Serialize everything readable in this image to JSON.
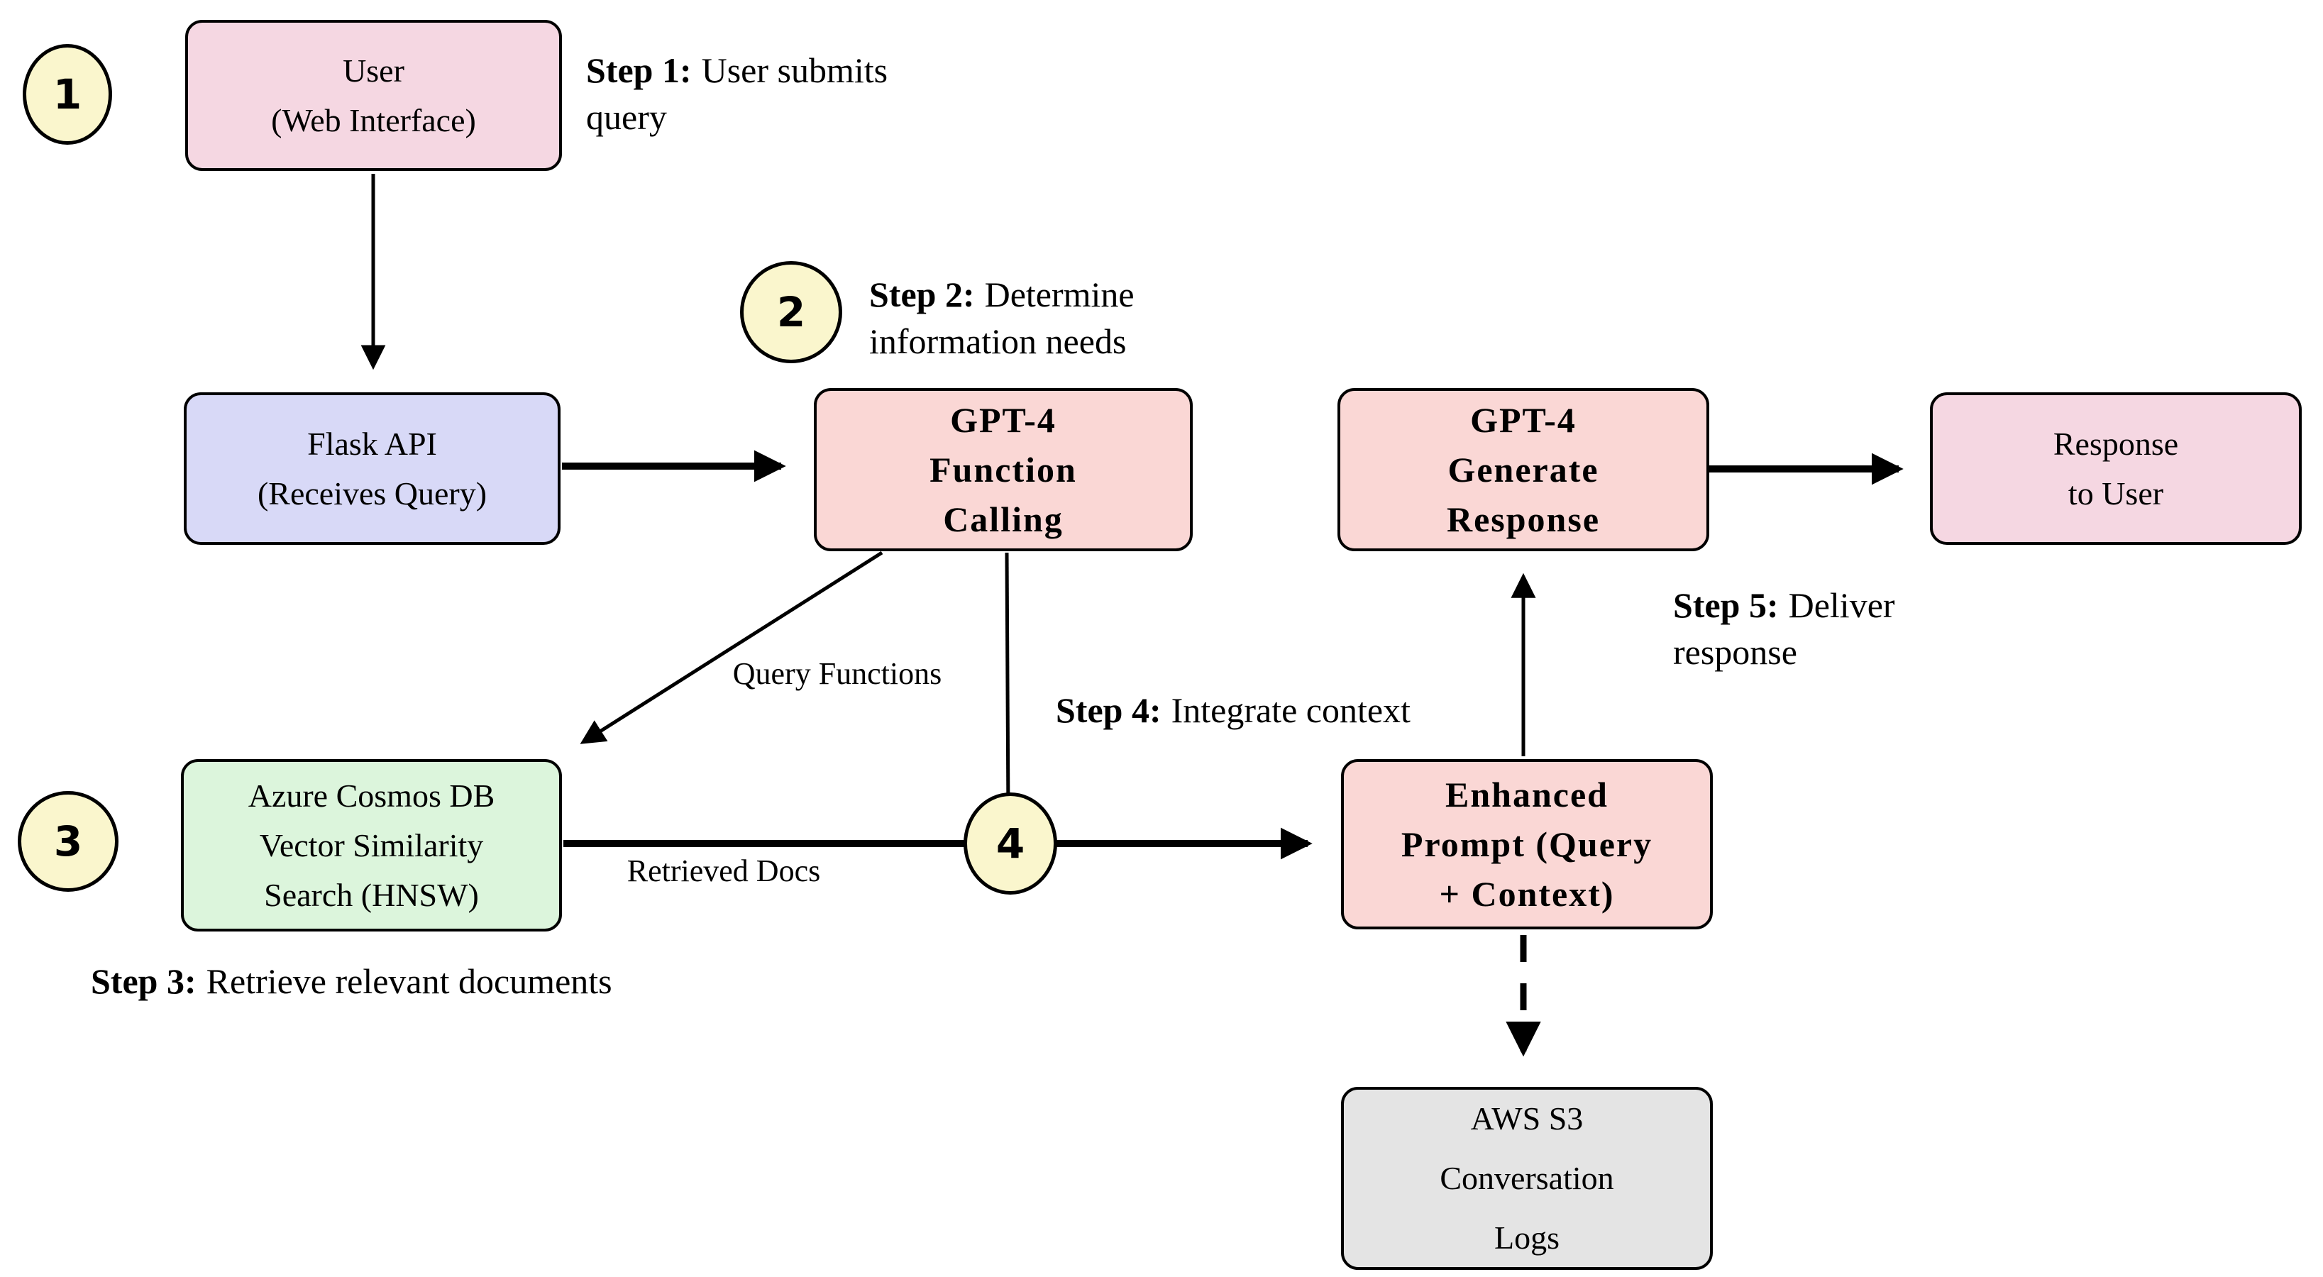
{
  "diagram": {
    "nodes": [
      {
        "id": "user",
        "label": "User\n(Web Interface)"
      },
      {
        "id": "flask",
        "label": "Flask API\n(Receives Query)"
      },
      {
        "id": "gpt4_fc",
        "label": "GPT-4\nFunction\nCalling"
      },
      {
        "id": "gpt4_gr",
        "label": "GPT-4\nGenerate\nResponse"
      },
      {
        "id": "response",
        "label": "Response\nto User"
      },
      {
        "id": "azure",
        "label": "Azure Cosmos DB\nVector Similarity\nSearch (HNSW)"
      },
      {
        "id": "enhanced",
        "label": "Enhanced\nPrompt (Query\n+ Context)"
      },
      {
        "id": "aws",
        "label": "AWS S3\nConversation\nLogs"
      }
    ],
    "badges": {
      "b1": "1",
      "b2": "2",
      "b3": "3",
      "b4": "4"
    },
    "steps": [
      {
        "prefix": "Step 1:",
        "text": "User submits query"
      },
      {
        "prefix": "Step 2:",
        "text": "Determine information needs"
      },
      {
        "prefix": "Step 3:",
        "text": "Retrieve relevant documents"
      },
      {
        "prefix": "Step 4:",
        "text": "Integrate context"
      },
      {
        "prefix": "Step 5:",
        "text": "Deliver response"
      }
    ],
    "edge_labels": {
      "query_functions": "Query Functions",
      "retrieved_docs": "Retrieved Docs"
    },
    "colors": {
      "pink": "#f5d7e2",
      "lavender": "#d8d9f7",
      "salmon": "#fad7d5",
      "green": "#dcf5dc",
      "gray": "#e4e4e4",
      "yellow": "#faf6cd",
      "line": "#000000"
    }
  }
}
